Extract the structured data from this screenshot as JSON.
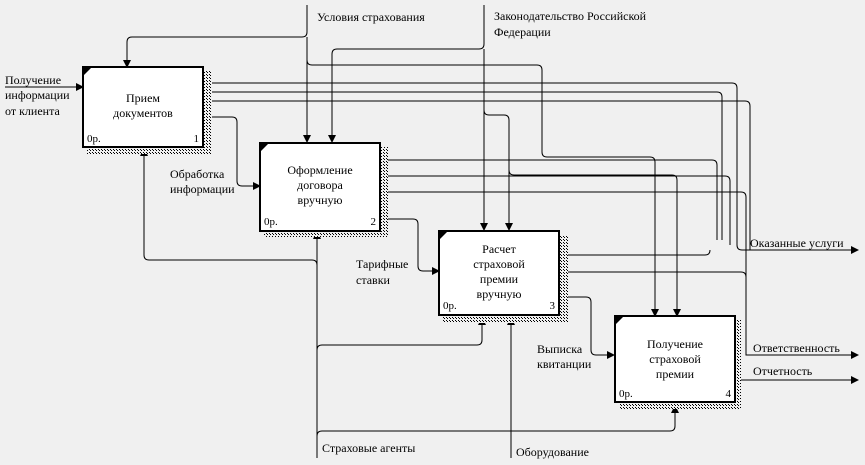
{
  "boxes": [
    {
      "title": [
        "Прием",
        "документов"
      ],
      "cost": "0р.",
      "num": "1"
    },
    {
      "title": [
        "Оформление",
        "договора",
        "вручную"
      ],
      "cost": "0р.",
      "num": "2"
    },
    {
      "title": [
        "Расчет",
        "страховой",
        "премии",
        "вручную"
      ],
      "cost": "0р.",
      "num": "3"
    },
    {
      "title": [
        "Получение",
        "страховой",
        "премии"
      ],
      "cost": "0р.",
      "num": "4"
    }
  ],
  "arrows": {
    "input_client": [
      "Получение",
      "информации",
      "от клиента"
    ],
    "control_conditions": [
      "Условия страхования"
    ],
    "control_law": [
      "Законодательство Российской",
      "Федерации"
    ],
    "processing": [
      "Обработка",
      "информации"
    ],
    "tariffs": [
      "Тарифные",
      "ставки"
    ],
    "receipt": [
      "Выписка",
      "квитанции"
    ],
    "output_services": [
      "Оказанные услуги"
    ],
    "output_responsibility": [
      "Ответственность"
    ],
    "output_reporting": [
      "Отчетность"
    ],
    "mech_agents": [
      "Страховые агенты"
    ],
    "mech_equipment": [
      "Оборудование"
    ]
  },
  "colors": {
    "background": "#f0f0f0",
    "box_fill": "#ffffff",
    "line": "#000000"
  }
}
